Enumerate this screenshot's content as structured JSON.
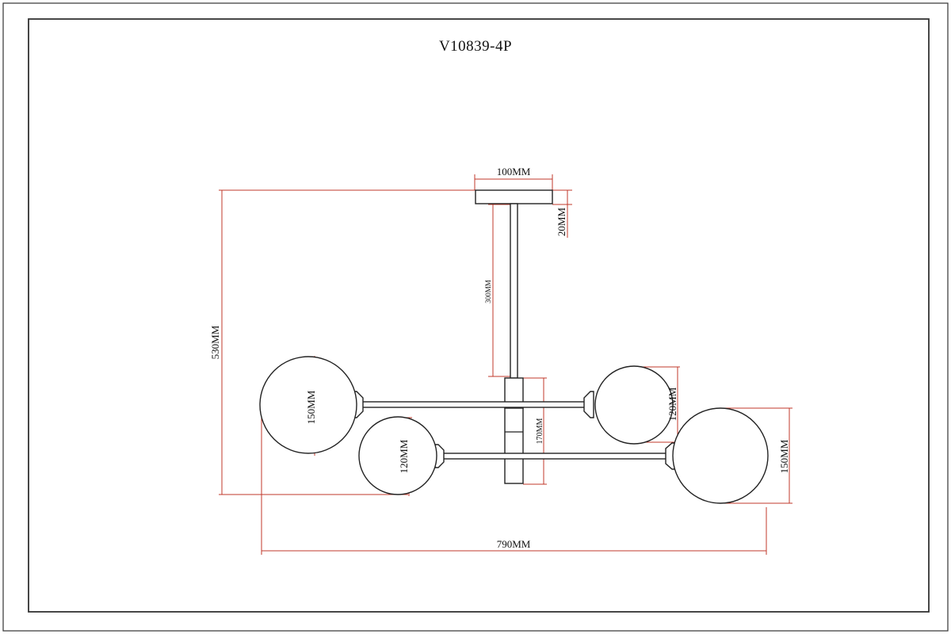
{
  "model": "V10839-4P",
  "dimensions": {
    "canopy_width": "100MM",
    "canopy_height": "20MM",
    "rod_length": "300MM",
    "total_height": "530MM",
    "body_height": "170MM",
    "total_width": "790MM",
    "globe_upper_left": "150MM",
    "globe_lower_left": "120MM",
    "globe_upper_right": "120MM",
    "globe_lower_right": "150MM"
  },
  "colors": {
    "dimension_line": "#c0392b",
    "outline": "#222222"
  }
}
